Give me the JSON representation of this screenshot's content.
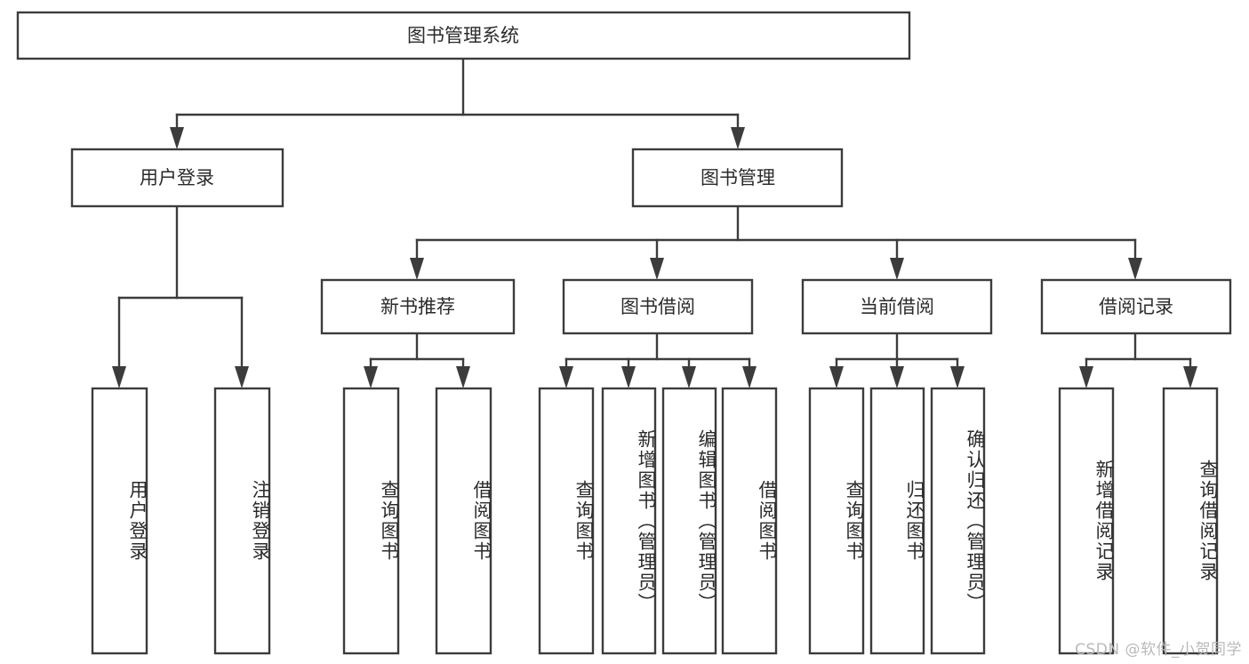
{
  "diagram": {
    "type": "tree-hierarchy",
    "title": "图书管理系统",
    "watermark": "CSDN @软件_小贺同学",
    "colors": {
      "stroke": "#3c3c3c",
      "box_fill": "#ffffff",
      "text": "#2b2b2b",
      "background": "#ffffff",
      "watermark": "#b9b9b9"
    },
    "root": {
      "label": "图书管理系统",
      "orientation": "horizontal"
    },
    "level2": [
      {
        "label": "用户登录",
        "orientation": "horizontal"
      },
      {
        "label": "图书管理",
        "orientation": "horizontal"
      }
    ],
    "level3": [
      {
        "label": "新书推荐",
        "orientation": "horizontal"
      },
      {
        "label": "图书借阅",
        "orientation": "horizontal"
      },
      {
        "label": "当前借阅",
        "orientation": "horizontal"
      },
      {
        "label": "借阅记录",
        "orientation": "horizontal"
      }
    ],
    "leaves": {
      "user_login": [
        {
          "label": "用户登录",
          "orientation": "vertical"
        },
        {
          "label": "注销登录",
          "orientation": "vertical"
        }
      ],
      "new_book_recommend": [
        {
          "label": "查询图书",
          "orientation": "vertical"
        },
        {
          "label": "借阅图书",
          "orientation": "vertical"
        }
      ],
      "book_borrow": [
        {
          "label": "查询图书",
          "orientation": "vertical"
        },
        {
          "label": "新增图书（管理员）",
          "orientation": "vertical"
        },
        {
          "label": "编辑图书（管理员）",
          "orientation": "vertical"
        },
        {
          "label": "借阅图书",
          "orientation": "vertical"
        }
      ],
      "current_borrow": [
        {
          "label": "查询图书",
          "orientation": "vertical"
        },
        {
          "label": "归还图书",
          "orientation": "vertical"
        },
        {
          "label": "确认归还（管理员）",
          "orientation": "vertical"
        }
      ],
      "borrow_record": [
        {
          "label": "新增借阅记录",
          "orientation": "vertical"
        },
        {
          "label": "查询借阅记录",
          "orientation": "vertical"
        }
      ]
    }
  }
}
